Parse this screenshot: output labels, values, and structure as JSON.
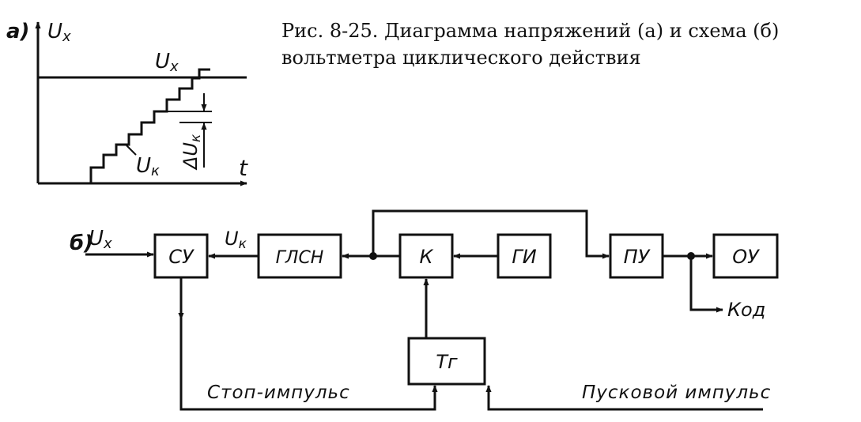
{
  "caption": {
    "line1": "Рис. 8-25. Диаграмма напряжений (а) и схема (б)",
    "line2": "вольтметра циклического действия"
  },
  "part_a": {
    "label": "а)",
    "y_axis_label": "U",
    "y_axis_sub": "x",
    "x_axis_label": "t",
    "ux_line_label": "U",
    "ux_line_sub": "x",
    "uk_label": "U",
    "uk_sub": "к",
    "delta_label": "ΔU",
    "delta_sub": "к"
  },
  "part_b": {
    "label": "б)",
    "input_label": "U",
    "input_sub": "x",
    "uk_label": "U",
    "uk_sub": "к",
    "blocks": {
      "su": "СУ",
      "glsn": "ГЛСН",
      "k": "К",
      "gi": "ГИ",
      "pu": "ПУ",
      "ou": "ОУ",
      "tg": "Тг"
    },
    "code_label": "Код",
    "stop_label": "Стоп-импульс",
    "start_label": "Пусковой импульс"
  }
}
